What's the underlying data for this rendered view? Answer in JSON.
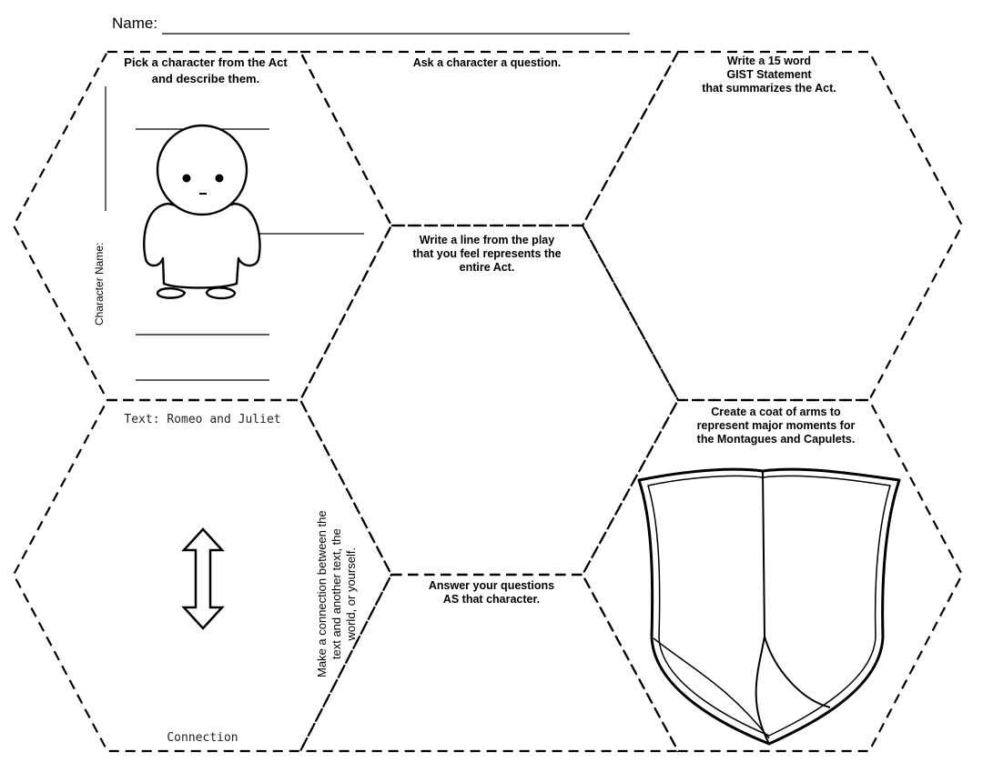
{
  "header": {
    "name_label": "Name:"
  },
  "cells": {
    "character": {
      "prompt_line1": "Pick a character from the Act",
      "prompt_line2": "and describe them.",
      "character_name_label": "Character Name:"
    },
    "question": {
      "prompt": "Ask a character a question."
    },
    "gist": {
      "prompt_line1": "Write a 15 word",
      "prompt_line2": "GIST Statement",
      "prompt_line3": "that summarizes the Act."
    },
    "line_from_play": {
      "prompt_line1": "Write a line from the play",
      "prompt_line2": "that you feel represents the",
      "prompt_line3": "entire Act."
    },
    "connection": {
      "text_label": "Text: Romeo and Juliet",
      "footer_label": "Connection",
      "side_line1": "Make a connection between the",
      "side_line2": "text and another text, the",
      "side_line3": "world, or yourself."
    },
    "answer": {
      "prompt_line1": "Answer your questions",
      "prompt_line2": "AS that character."
    },
    "coat_of_arms": {
      "prompt_line1": "Create a coat of arms to",
      "prompt_line2": "represent major moments for",
      "prompt_line3": "the Montagues and Capulets."
    }
  },
  "icons": [
    "person-figure-icon",
    "double-arrow-icon",
    "shield-icon"
  ]
}
